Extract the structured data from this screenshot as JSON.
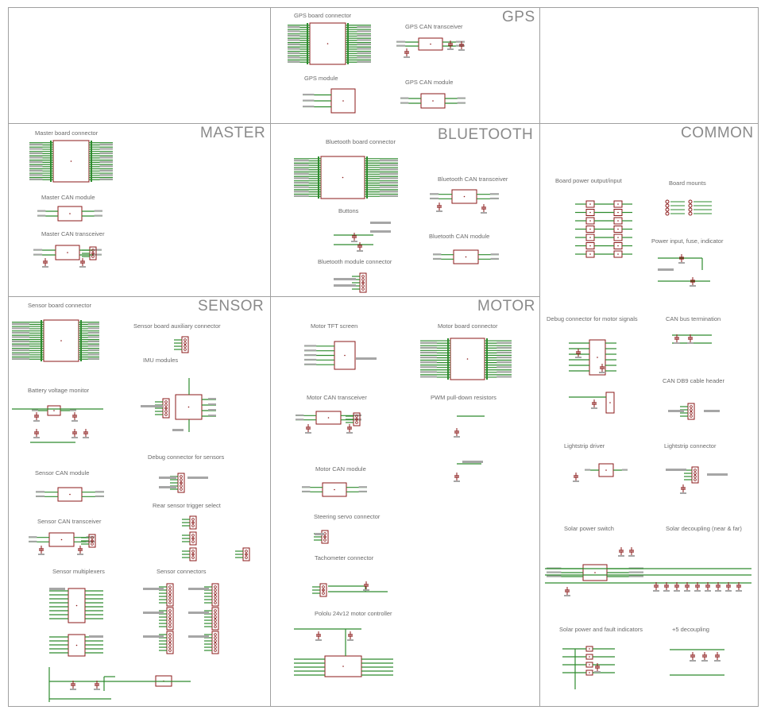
{
  "sections": {
    "gps": "GPS",
    "master": "MASTER",
    "bluetooth": "BLUETOOTH",
    "common": "COMMON",
    "sensor": "SENSOR",
    "motor": "MOTOR"
  },
  "blocks": {
    "gps_board_connector": "GPS board connector",
    "gps_can_transceiver": "GPS CAN transceiver",
    "gps_module": "GPS module",
    "gps_can_module": "GPS CAN module",
    "master_board_connector": "Master board connector",
    "master_can_module": "Master CAN module",
    "master_can_transceiver": "Master CAN transceiver",
    "bluetooth_board_connector": "Bluetooth board connector",
    "bluetooth_can_transceiver": "Bluetooth CAN transceiver",
    "buttons": "Buttons",
    "bluetooth_can_module": "Bluetooth CAN module",
    "bluetooth_module_connector": "Bluetooth module connector",
    "board_power_output_input": "Board power output/input",
    "board_mounts": "Board mounts",
    "power_input_fuse_indicator": "Power input, fuse, indicator",
    "debug_connector_motor": "Debug connector for motor signals",
    "can_bus_termination": "CAN bus termination",
    "can_db9_cable_header": "CAN DB9 cable header",
    "lightstrip_driver": "Lightstrip driver",
    "lightstrip_connector": "Lightstrip connector",
    "solar_power_switch": "Solar power switch",
    "solar_decoupling": "Solar decoupling (near & far)",
    "solar_power_fault_indicators": "Solar power and fault indicators",
    "plus5_decoupling": "+5 decoupling",
    "sensor_board_connector": "Sensor board connector",
    "sensor_board_aux_connector": "Sensor board auxiliary connector",
    "imu_modules": "IMU modules",
    "battery_voltage_monitor": "Battery voltage monitor",
    "debug_connector_sensors": "Debug connector for sensors",
    "sensor_can_module": "Sensor CAN module",
    "rear_sensor_trigger_select": "Rear sensor trigger select",
    "sensor_can_transceiver": "Sensor CAN transceiver",
    "sensor_multiplexers": "Sensor multiplexers",
    "sensor_connectors": "Sensor connectors",
    "motor_tft_screen": "Motor TFT screen",
    "motor_board_connector": "Motor board connector",
    "motor_can_transceiver": "Motor CAN transceiver",
    "pwm_pulldown_resistors": "PWM pull-down resistors",
    "motor_can_module": "Motor CAN module",
    "steering_servo_connector": "Steering servo connector",
    "tachometer_connector": "Tachometer connector",
    "pololu_motor_controller": "Pololu 24v12 motor controller"
  },
  "colors": {
    "frame": "#a0a0a0",
    "part": "#8b1a1a",
    "wire": "#2e8b2e",
    "pad": "#a6a6a6",
    "label": "#6a6a6a",
    "title": "#8a8a8a"
  }
}
